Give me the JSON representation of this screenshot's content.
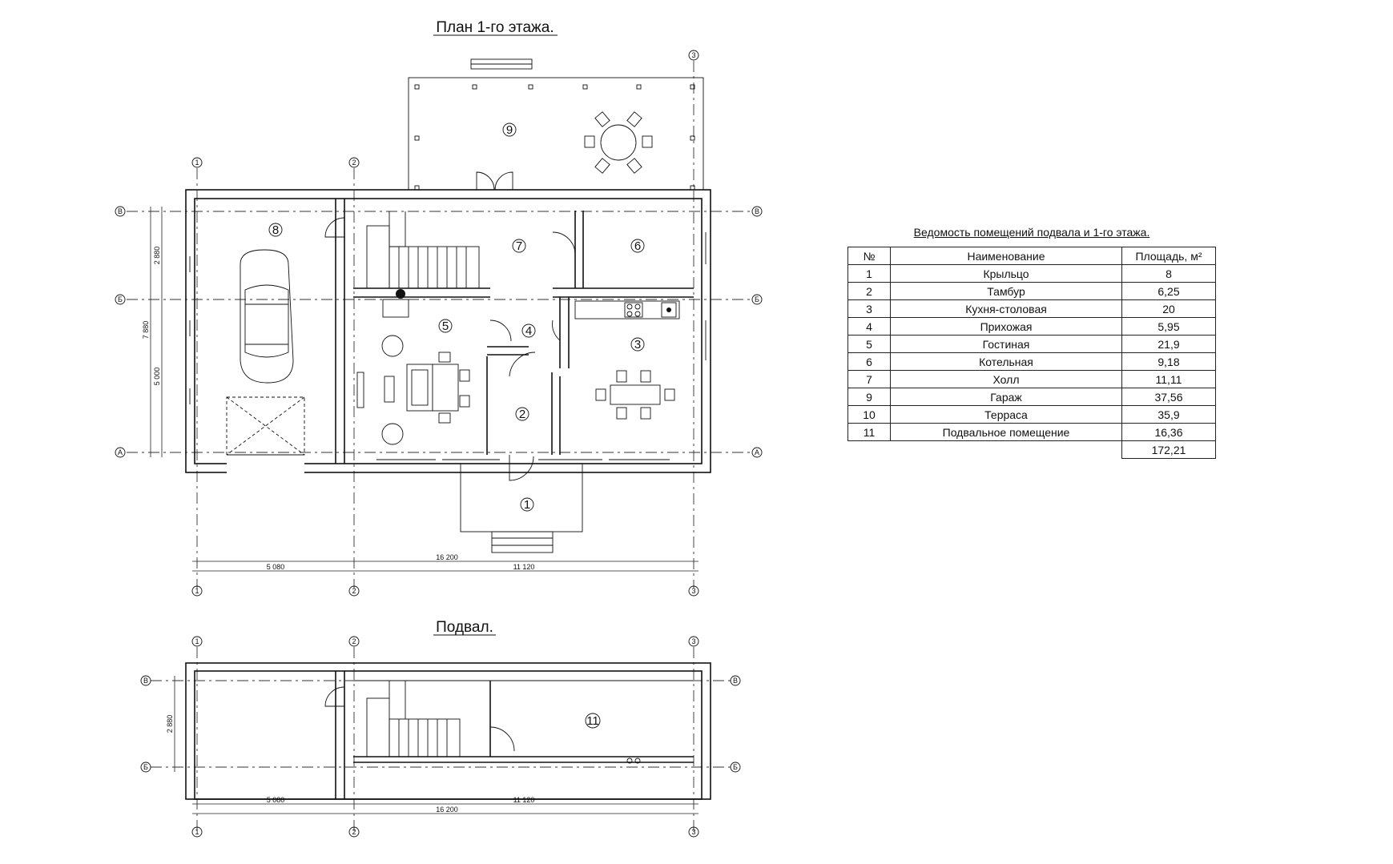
{
  "titles": {
    "floor1": "План 1-го этажа.",
    "basement": "Подвал."
  },
  "axes": {
    "col1": "1",
    "col2": "2",
    "col3": "3",
    "rowA": "А",
    "rowB": "Б",
    "rowV": "В"
  },
  "dimensions": {
    "overall": "16 200",
    "left_bay": "5 080",
    "right_bay": "11 120",
    "depth_total": "7 880",
    "depth_front": "5 000",
    "depth_back": "2 880"
  },
  "plan_room_tags": [
    "1",
    "2",
    "3",
    "4",
    "5",
    "6",
    "7",
    "8",
    "9"
  ],
  "basement_room_tags": [
    "11"
  ],
  "schedule": {
    "title": "Ведомость помещений подвала и 1-го этажа.",
    "headers": {
      "num": "№",
      "name": "Наименование",
      "area": "Площадь, м²"
    },
    "rows": [
      {
        "num": "1",
        "name": "Крыльцо",
        "area": "8"
      },
      {
        "num": "2",
        "name": "Тамбур",
        "area": "6,25"
      },
      {
        "num": "3",
        "name": "Кухня-столовая",
        "area": "20"
      },
      {
        "num": "4",
        "name": "Прихожая",
        "area": "5,95"
      },
      {
        "num": "5",
        "name": "Гостиная",
        "area": "21,9"
      },
      {
        "num": "6",
        "name": "Котельная",
        "area": "9,18"
      },
      {
        "num": "7",
        "name": "Холл",
        "area": "11,11"
      },
      {
        "num": "9",
        "name": "Гараж",
        "area": "37,56"
      },
      {
        "num": "10",
        "name": "Терраса",
        "area": "35,9"
      },
      {
        "num": "11",
        "name": "Подвальное помещение",
        "area": "16,36"
      }
    ],
    "total": "172,21"
  },
  "icons": [
    "car-icon",
    "stair-icon",
    "door-swing-icon",
    "table-icon",
    "chair-icon",
    "sofa-icon",
    "stove-icon",
    "sink-icon",
    "armchair-icon"
  ]
}
